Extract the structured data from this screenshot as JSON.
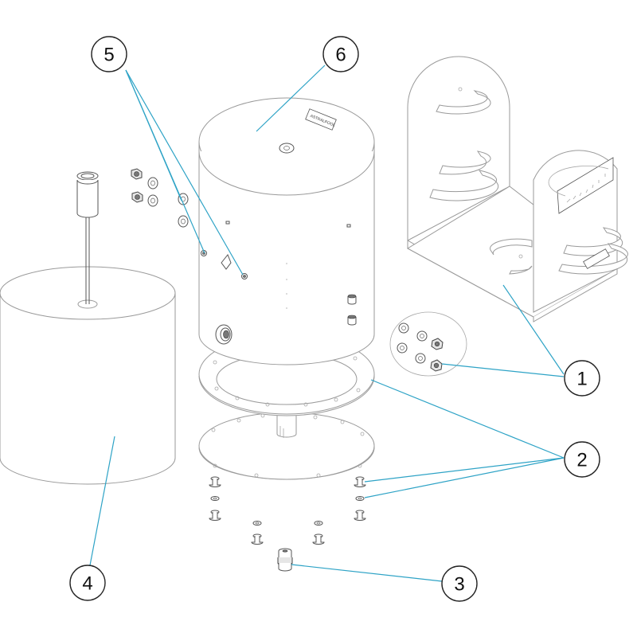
{
  "diagram": {
    "leader_color": "#2ea3c6",
    "plate_text": "ASTRALPOOL",
    "callouts": [
      {
        "number": "1",
        "id": "support-bracket"
      },
      {
        "number": "2",
        "id": "flange-rings"
      },
      {
        "number": "3",
        "id": "cable-gland"
      },
      {
        "number": "4",
        "id": "insulating-jacket"
      },
      {
        "number": "5",
        "id": "side-fittings"
      },
      {
        "number": "6",
        "id": "tank-body"
      }
    ]
  }
}
